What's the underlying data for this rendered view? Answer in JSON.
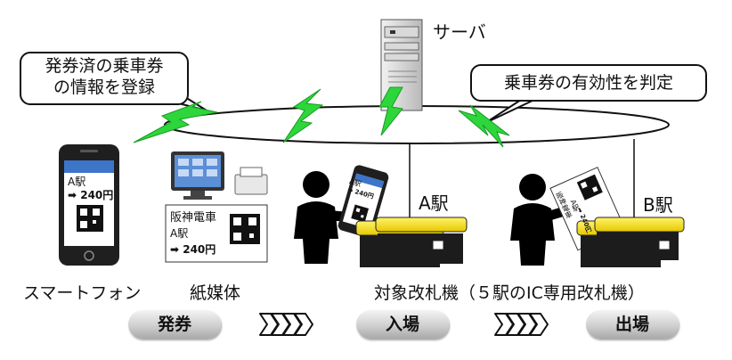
{
  "server": {
    "label": "サーバ"
  },
  "callouts": {
    "register": {
      "line1": "発券済の乗車券",
      "line2": "の情報を登録"
    },
    "validity": {
      "text": "乗車券の有効性を判定"
    }
  },
  "stations": {
    "a": "A駅",
    "b": "B駅"
  },
  "phone": {
    "station": "A駅",
    "fare": "➡ 240円"
  },
  "paper_ticket": {
    "company": "阪神電車",
    "station": "A駅",
    "fare": "➡ 240円"
  },
  "handheld_phone": {
    "station": "A駅",
    "fare": "➡ 240円"
  },
  "handheld_ticket": {
    "company": "阪神電車",
    "station": "A駅",
    "fare": "➡ 240円"
  },
  "media_labels": {
    "smartphone": "スマートフォン",
    "paper": "紙媒体",
    "gates": "対象改札機（５駅のIC専用改札機）"
  },
  "steps": {
    "issue": "発券",
    "entry": "入場",
    "exit": "出場"
  }
}
